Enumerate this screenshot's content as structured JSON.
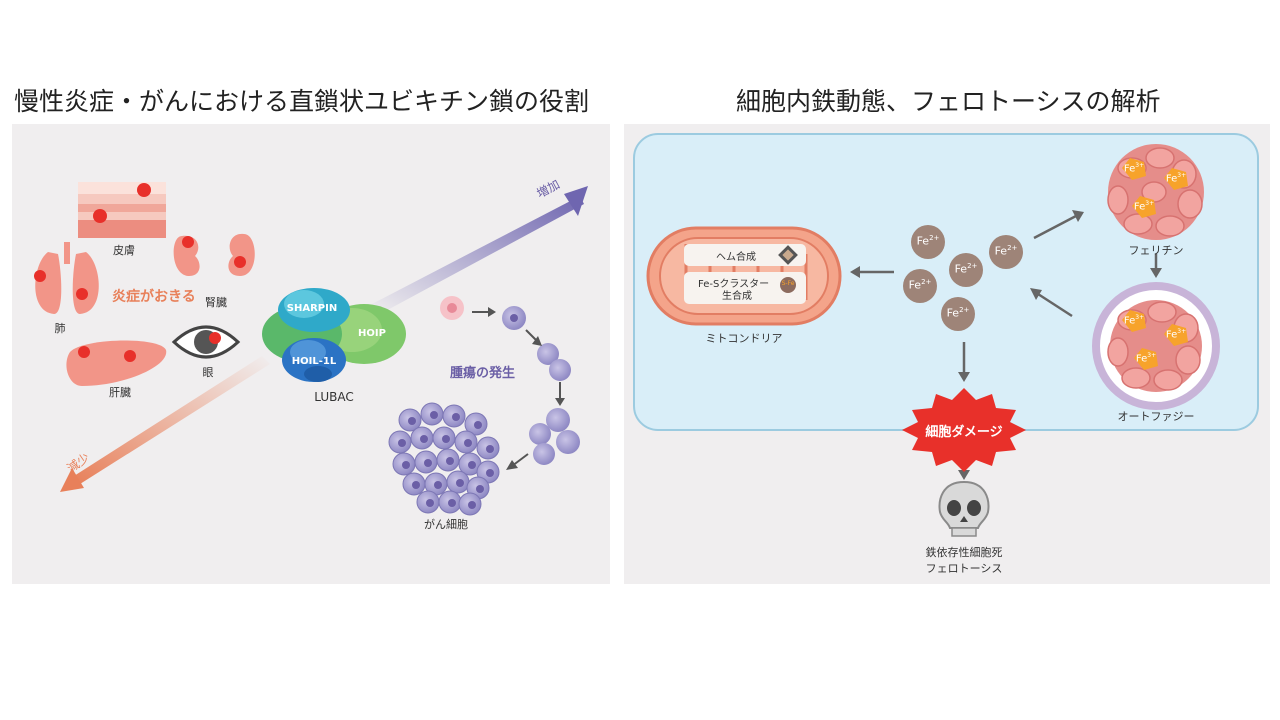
{
  "left": {
    "title": "慢性炎症・がんにおける直鎖状ユビキチン鎖の役割",
    "labels": {
      "skin": "皮膚",
      "kidney": "腎臓",
      "lung": "肺",
      "eye": "眼",
      "liver": "肝臓",
      "inflammation": "炎症がおきる",
      "sharpin": "SHARPIN",
      "hoip": "HOIP",
      "hoil": "HOIL-1L",
      "lubac": "LUBAC",
      "increase": "増加",
      "decrease": "減少",
      "tumor": "腫瘍の発生",
      "cancer_cells": "がん細胞"
    }
  },
  "right": {
    "title": "細胞内鉄動態、フェロトーシスの解析",
    "labels": {
      "heme": "ヘム合成",
      "fes": "Fe-Sクラスター",
      "fes2": "生合成",
      "fes_tag": "S-Fe",
      "mito": "ミトコンドリア",
      "fe2": "Fe",
      "fe2_sup": "2+",
      "fe3": "Fe",
      "fe3_sup": "3+",
      "ferritin": "フェリチン",
      "autophagy": "オートファジー",
      "damage": "細胞ダメージ",
      "ferroptosis1": "鉄依存性細胞死",
      "ferroptosis2": "フェロトーシス"
    }
  },
  "colors": {
    "panel_bg": "#f0eeef",
    "inflammation": "#e8805a",
    "tumor": "#6b5fa6",
    "increase_arrow": "#7b72b8",
    "decrease_arrow": "#e8805a",
    "cell_membrane": "#bfe6f5",
    "mitochondria": "#f4a48a",
    "iron": "#9e8478",
    "damage": "#e8302a"
  }
}
